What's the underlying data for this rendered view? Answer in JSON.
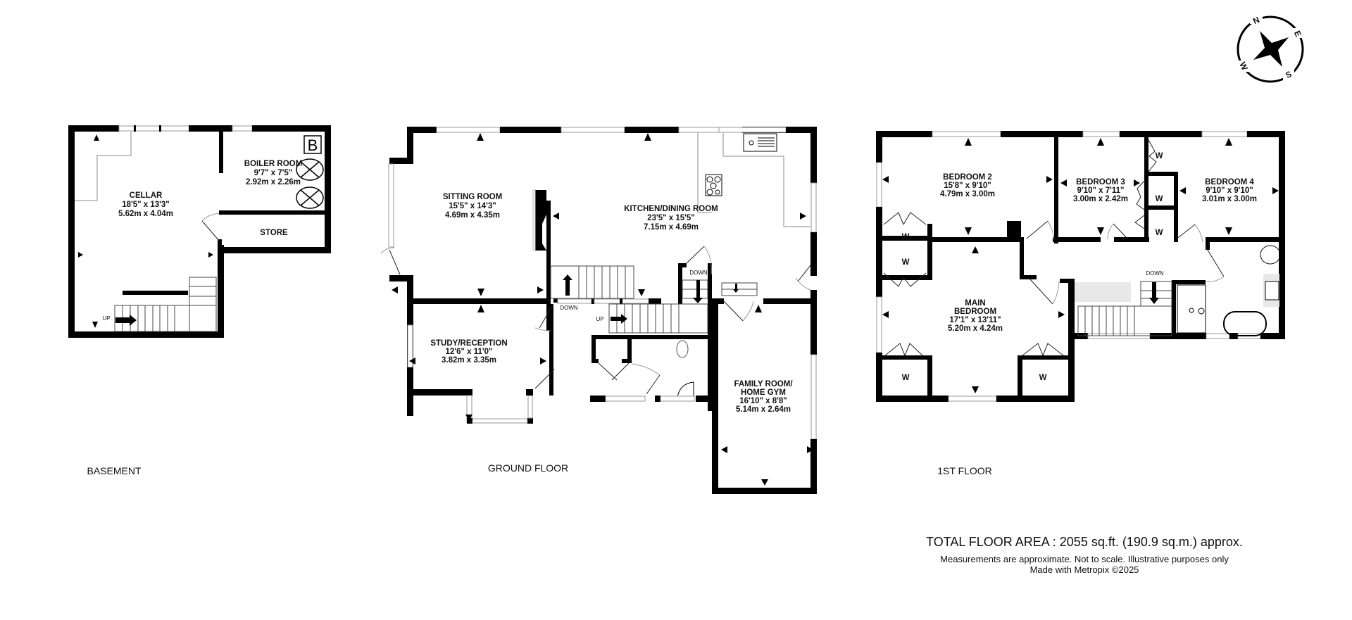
{
  "compass": {
    "n": "N",
    "e": "E",
    "s": "S",
    "w": "W"
  },
  "floors": {
    "basement": {
      "label": "BASEMENT",
      "rooms": {
        "cellar": {
          "name": "CELLAR",
          "imperial": "18'5\"  x 13'3\"",
          "metric": "5.62m  x 4.04m"
        },
        "boiler": {
          "name": "BOILER ROOM",
          "imperial": "9'7\"  x 7'5\"",
          "metric": "2.92m  x 2.26m"
        },
        "store": {
          "name": "STORE"
        }
      },
      "boiler_symbol": "B",
      "stair_label": "UP"
    },
    "ground": {
      "label": "GROUND FLOOR",
      "rooms": {
        "sitting": {
          "name": "SITTING ROOM",
          "imperial": "15'5\"  x 14'3\"",
          "metric": "4.69m  x 4.35m"
        },
        "kitchen": {
          "name": "KITCHEN/DINING ROOM",
          "imperial": "23'5\"  x 15'5\"",
          "metric": "7.15m  x 4.69m"
        },
        "study": {
          "name": "STUDY/RECEPTION",
          "imperial": "12'6\"  x 11'0\"",
          "metric": "3.82m  x 3.35m"
        },
        "family": {
          "name_line1": "FAMILY ROOM/",
          "name_line2": "HOME GYM",
          "imperial": "16'10\"  x 8'8\"",
          "metric": "5.14m  x 2.64m"
        }
      },
      "stair_labels": {
        "down1": "DOWN",
        "down2": "DOWN",
        "up": "UP"
      }
    },
    "first": {
      "label": "1ST FLOOR",
      "rooms": {
        "bed2": {
          "name": "BEDROOM 2",
          "imperial": "15'8\"  x 9'10\"",
          "metric": "4.79m  x 3.00m"
        },
        "bed3": {
          "name": "BEDROOM 3",
          "imperial": "9'10\"  x 7'11\"",
          "metric": "3.00m  x 2.42m"
        },
        "bed4": {
          "name": "BEDROOM 4",
          "imperial": "9'10\"  x 9'10\"",
          "metric": "3.01m  x 3.00m"
        },
        "main": {
          "name_line1": "MAIN",
          "name_line2": "BEDROOM",
          "imperial": "17'1\"  x 13'11\"",
          "metric": "5.20m  x 4.24m"
        }
      },
      "wardrobe_label": "W",
      "stair_label": "DOWN"
    }
  },
  "footer": {
    "total_area": "TOTAL FLOOR AREA : 2055 sq.ft. (190.9 sq.m.) approx.",
    "disclaimer": "Measurements are approximate.  Not to scale.  Illustrative purposes only",
    "credit": "Made with Metropix ©2025"
  }
}
